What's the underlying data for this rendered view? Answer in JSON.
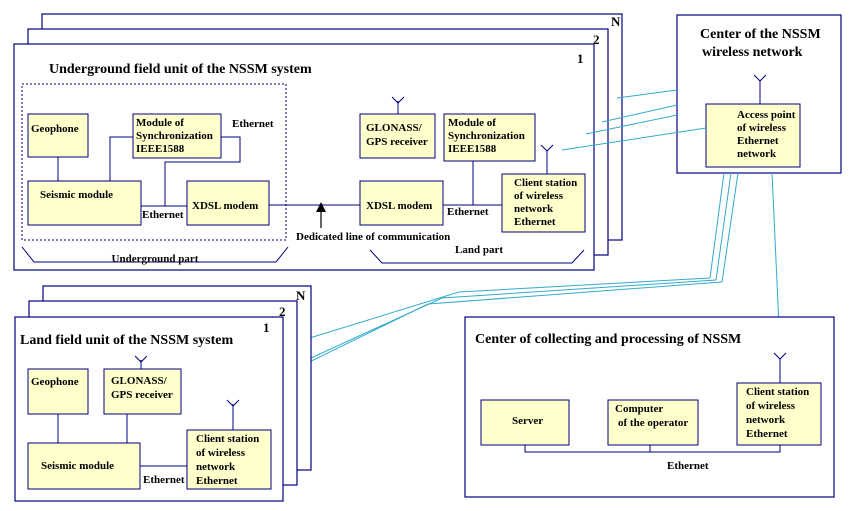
{
  "underground_unit": {
    "title": "Underground field unit of the NSSM system",
    "stack_labels": [
      "1",
      "2",
      "N"
    ],
    "underground_part_label": "Underground part",
    "land_part_label": "Land part",
    "dedicated_line_label": "Dedicated line of communication",
    "boxes": {
      "geophone": "Geophone",
      "sync_module": [
        "Module of",
        "Synchronization",
        "IEEE1588"
      ],
      "seismic_module": "Seismic module",
      "xdsl_modem_under": "XDSL modem",
      "glonass": [
        "GLONASS/",
        "GPS receiver"
      ],
      "sync_module_land": [
        "Module of",
        "Synchronization",
        "IEEE1588"
      ],
      "xdsl_modem_land": "XDSL modem",
      "client_station": [
        "Client station",
        "of wireless",
        "network",
        "Ethernet"
      ]
    },
    "ethernet_labels": [
      "Ethernet",
      "Ethernet",
      "Ethernet"
    ]
  },
  "land_unit": {
    "title": "Land field unit of the NSSM system",
    "stack_labels": [
      "1",
      "2",
      "N"
    ],
    "boxes": {
      "geophone": "Geophone",
      "glonass": [
        "GLONASS/",
        "GPS receiver"
      ],
      "seismic_module": "Seismic module",
      "client_station": [
        "Client station",
        "of wireless",
        "network",
        "Ethernet"
      ]
    },
    "ethernet_label": "Ethernet"
  },
  "wireless_center": {
    "title": [
      "Center of the NSSM",
      "wireless network"
    ],
    "access_point": [
      "Access point",
      "of wireless",
      "Ethernet",
      "network"
    ]
  },
  "processing_center": {
    "title": "Center of collecting and processing of NSSM",
    "server": "Server",
    "computer": [
      "Computer",
      "of the operator"
    ],
    "client_station": [
      "Client station",
      "of wireless",
      "network",
      "Ethernet"
    ],
    "ethernet_label": "Ethernet"
  },
  "colors": {
    "box_fill": "#ffffcc",
    "frame": "#000080",
    "link": "#33aacc",
    "text": "#000000"
  }
}
